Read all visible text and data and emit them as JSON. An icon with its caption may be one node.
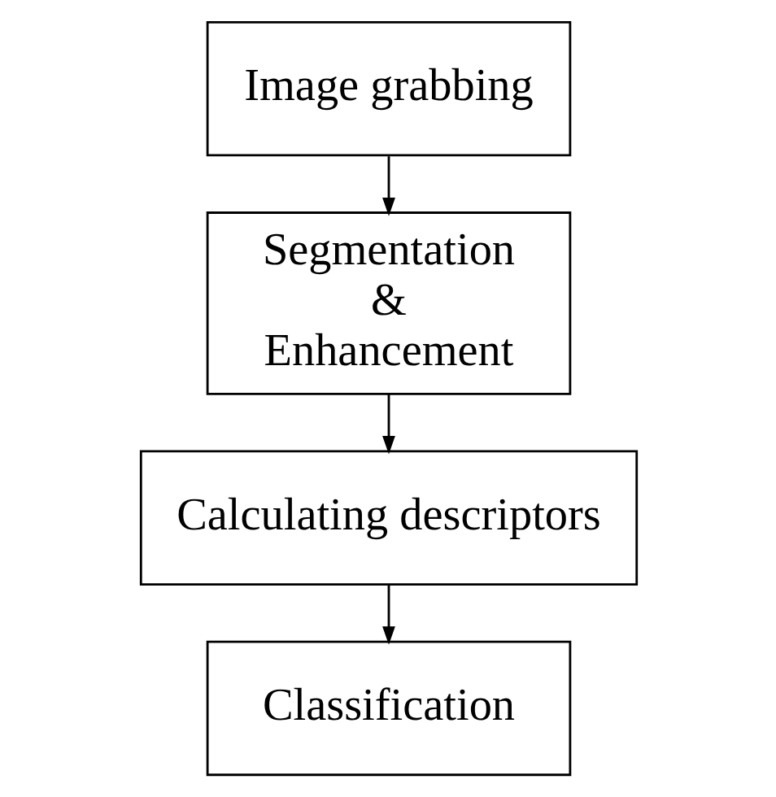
{
  "diagram": {
    "nodes": [
      {
        "text": [
          "Image grabbing"
        ]
      },
      {
        "text": [
          "Segmentation & Enhancement"
        ]
      },
      {
        "text": [
          "Calculating descriptors"
        ]
      },
      {
        "text": [
          "Classification"
        ]
      }
    ],
    "edges": [
      {
        "from": 0,
        "to": 1,
        "arrow": "to"
      },
      {
        "from": 1,
        "to": 2,
        "arrow": "to"
      },
      {
        "from": 2,
        "to": 3,
        "arrow": "to"
      }
    ]
  }
}
